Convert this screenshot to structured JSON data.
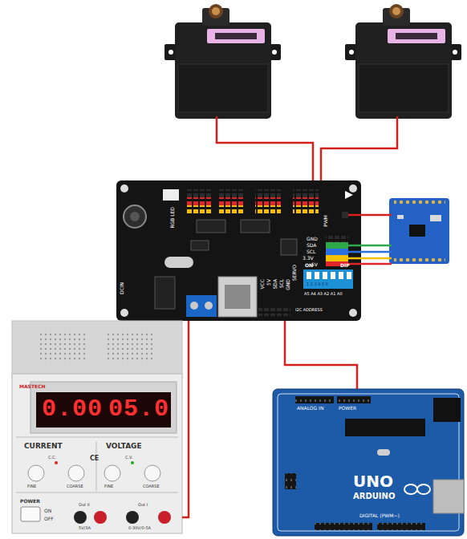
{
  "diagram": {
    "nodes": [
      {
        "text": [
          "RGB LED",
          "PWM",
          "GND",
          "SDA",
          "SCL",
          "3.3V",
          "5V",
          "ON",
          "DIP",
          "1 2 3 4 5 6",
          "I2C ADDRESS",
          "A5 A4 A3 A2 A1 A0",
          "VCC",
          "5V",
          "SDA",
          "SCL",
          "GND",
          "SERVO",
          "DCIN"
        ]
      },
      {
        "text": [
          "MASTECH",
          "0.00",
          "05.0",
          "CURRENT",
          "VOLTAGE",
          "C.C.",
          "CE",
          "C.V.",
          "FINE",
          "COARSE",
          "FINE",
          "COARSE",
          "POWER",
          "ON",
          "OFF",
          "Out II",
          "Out I",
          "5V/3A",
          "0-30V/0-5A"
        ]
      },
      {
        "text": [
          "POWER",
          "ANALOG IN",
          "UNO",
          "ARDUINO",
          "DIGITAL (PWM~)"
        ]
      }
    ],
    "edges": [
      {
        "from": 0,
        "to": 1,
        "arrow": "none"
      },
      {
        "from": 0,
        "to": 2,
        "arrow": "none"
      }
    ]
  }
}
